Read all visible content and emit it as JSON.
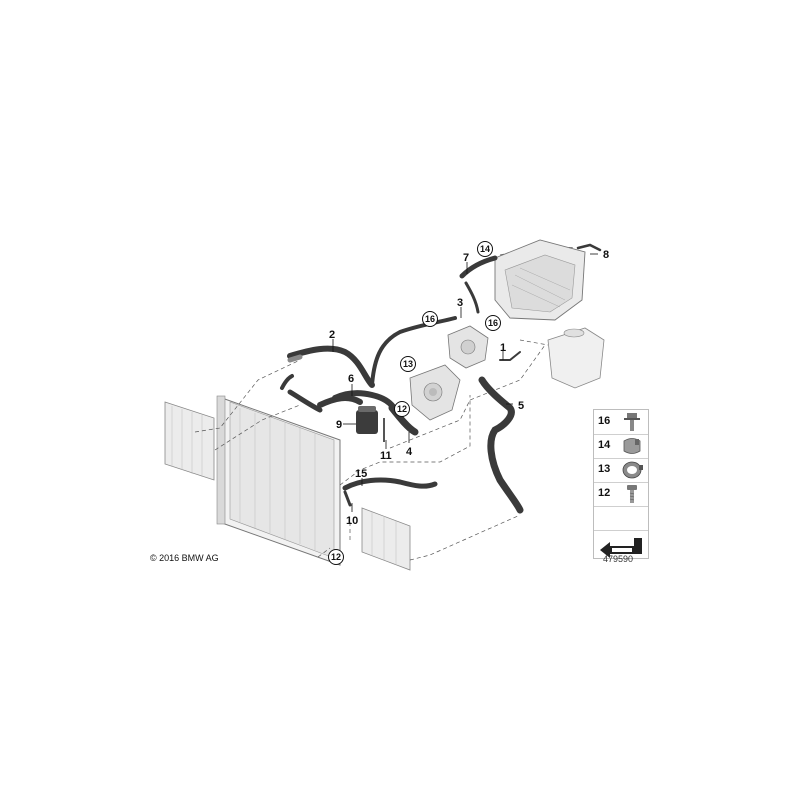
{
  "callouts": {
    "c1": "1",
    "c2": "2",
    "c3": "3",
    "c4": "4",
    "c5": "5",
    "c6": "6",
    "c7": "7",
    "c8": "8",
    "c9": "9",
    "c10": "10",
    "c11": "11",
    "c15": "15"
  },
  "circled": {
    "c12a": "12",
    "c12b": "12",
    "c13": "13",
    "c14": "14",
    "c16a": "16",
    "c16b": "16"
  },
  "legend": {
    "items": [
      {
        "num": "16",
        "icon": "bolt-flange-icon"
      },
      {
        "num": "14",
        "icon": "hose-clamp-icon"
      },
      {
        "num": "13",
        "icon": "spring-clamp-icon"
      },
      {
        "num": "12",
        "icon": "bolt-icon"
      }
    ],
    "arrow_icon": "arrow-symbol-icon"
  },
  "footer": {
    "copyright": "© 2016 BMW AG",
    "figure_number": "479590"
  }
}
